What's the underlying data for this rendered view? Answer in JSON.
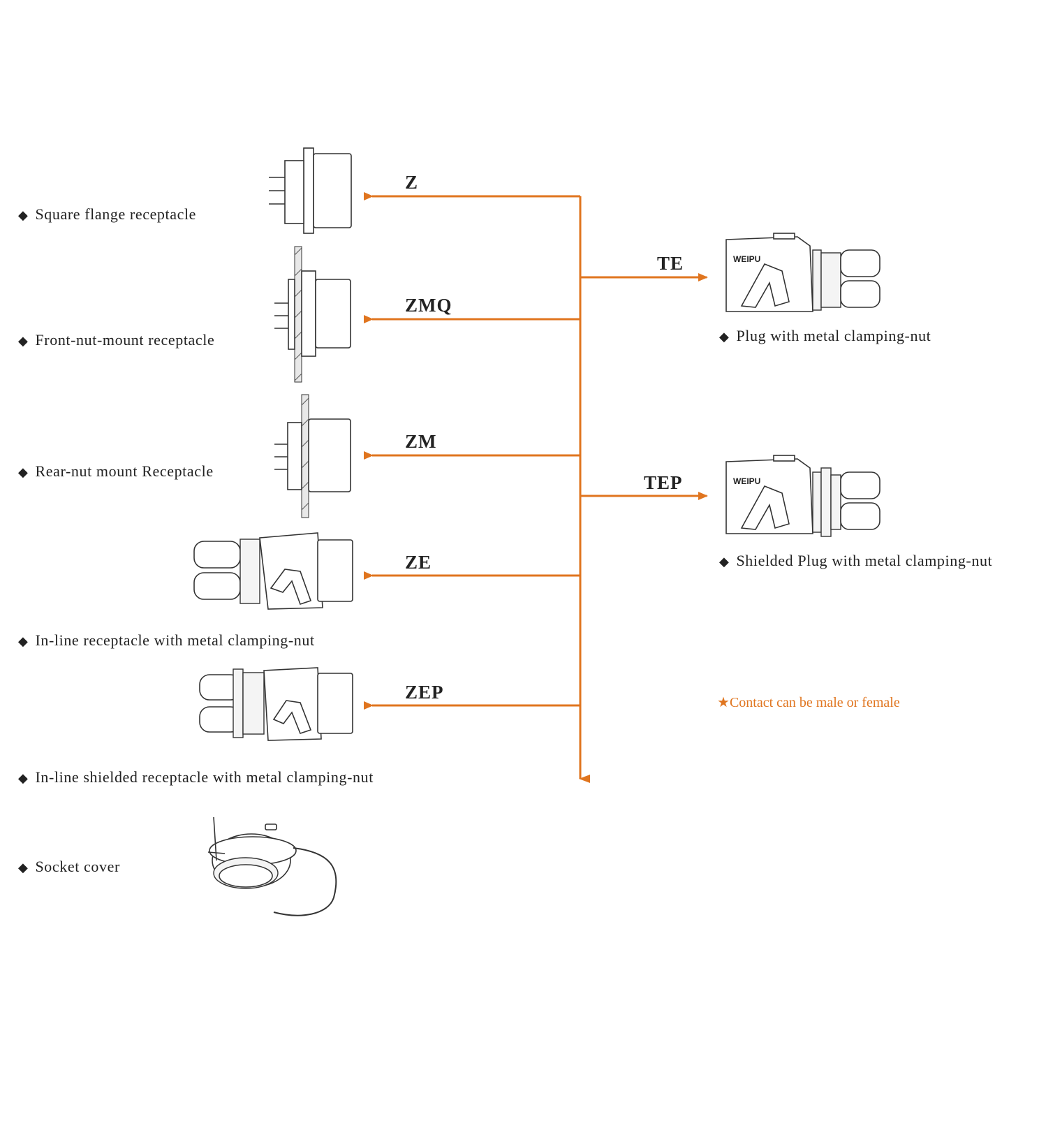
{
  "colors": {
    "accent": "#e0751f",
    "ink": "#222222"
  },
  "left_items": [
    {
      "code": "Z",
      "label": "Square flange receptacle"
    },
    {
      "code": "ZMQ",
      "label": "Front-nut-mount receptacle"
    },
    {
      "code": "ZM",
      "label": "Rear-nut mount Receptacle"
    },
    {
      "code": "ZE",
      "label": "In-line receptacle with metal clamping-nut"
    },
    {
      "code": "ZEP",
      "label": "In-line shielded receptacle with metal clamping-nut"
    }
  ],
  "right_items": [
    {
      "code": "TE",
      "label": "Plug with metal clamping-nut",
      "brand": "WEIPU"
    },
    {
      "code": "TEP",
      "label": "Shielded Plug with metal clamping-nut",
      "brand": "WEIPU"
    }
  ],
  "extra_item": {
    "label": "Socket cover"
  },
  "note": {
    "star": "★",
    "text": "Contact can be male or female"
  },
  "bullet": "◆"
}
